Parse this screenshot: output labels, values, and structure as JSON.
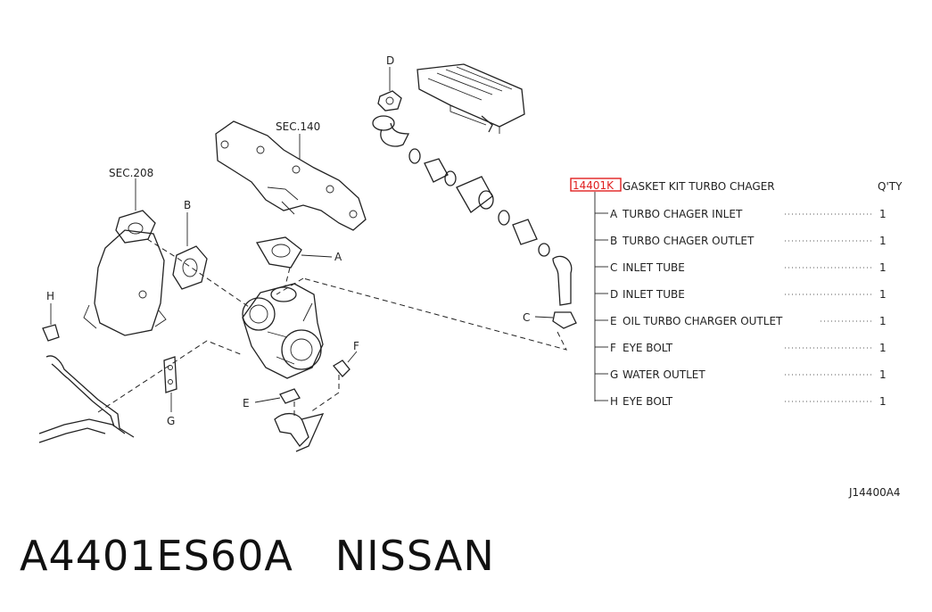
{
  "callouts": {
    "sec_140": "SEC.140",
    "sec_208": "SEC.208",
    "a": "A",
    "b": "B",
    "c": "C",
    "d": "D",
    "e": "E",
    "f": "F",
    "g": "G",
    "h": "H"
  },
  "parts_list": {
    "part_number": "14401K",
    "title": "GASKET KIT TURBO CHAGER",
    "qty_header": "Q'TY",
    "items": [
      {
        "code": "A",
        "name": "TURBO CHAGER INLET",
        "qty": "1"
      },
      {
        "code": "B",
        "name": "TURBO CHAGER OUTLET",
        "qty": "1"
      },
      {
        "code": "C",
        "name": "INLET TUBE",
        "qty": "1"
      },
      {
        "code": "D",
        "name": "INLET TUBE",
        "qty": "1"
      },
      {
        "code": "E",
        "name": "OIL TURBO CHARGER OUTLET",
        "qty": "1"
      },
      {
        "code": "F",
        "name": "EYE BOLT",
        "qty": "1"
      },
      {
        "code": "G",
        "name": "WATER OUTLET",
        "qty": "1"
      },
      {
        "code": "H",
        "name": "EYE BOLT",
        "qty": "1"
      }
    ]
  },
  "diagram_code": "J14400A4",
  "footer": {
    "part_code": "A4401ES60A",
    "brand": "NISSAN"
  },
  "colors": {
    "highlight": "#e02020",
    "line": "#222222"
  }
}
